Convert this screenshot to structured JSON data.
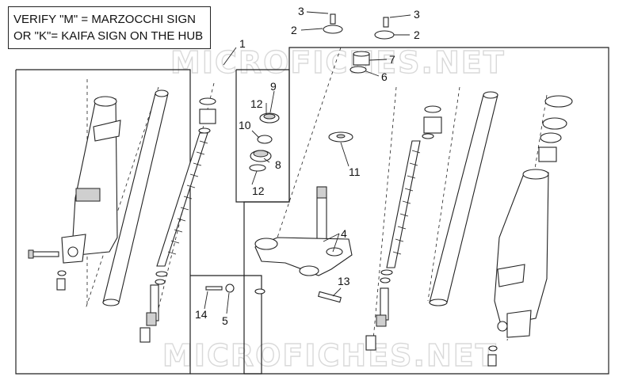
{
  "note": {
    "line1": "VERIFY \"M\" = MARZOCCHI SIGN",
    "line2": "OR \"K\"= KAIFA SIGN ON THE HUB"
  },
  "watermark": {
    "text": "MICROFICHES.NET"
  },
  "callouts": {
    "c1": "1",
    "c2a": "2",
    "c2b": "2",
    "c3a": "3",
    "c3b": "3",
    "c4": "4",
    "c5": "5",
    "c6": "6",
    "c7": "7",
    "c8": "8",
    "c9": "9",
    "c10": "10",
    "c11": "11",
    "c12a": "12",
    "c12b": "12",
    "c13": "13",
    "c14": "14"
  }
}
